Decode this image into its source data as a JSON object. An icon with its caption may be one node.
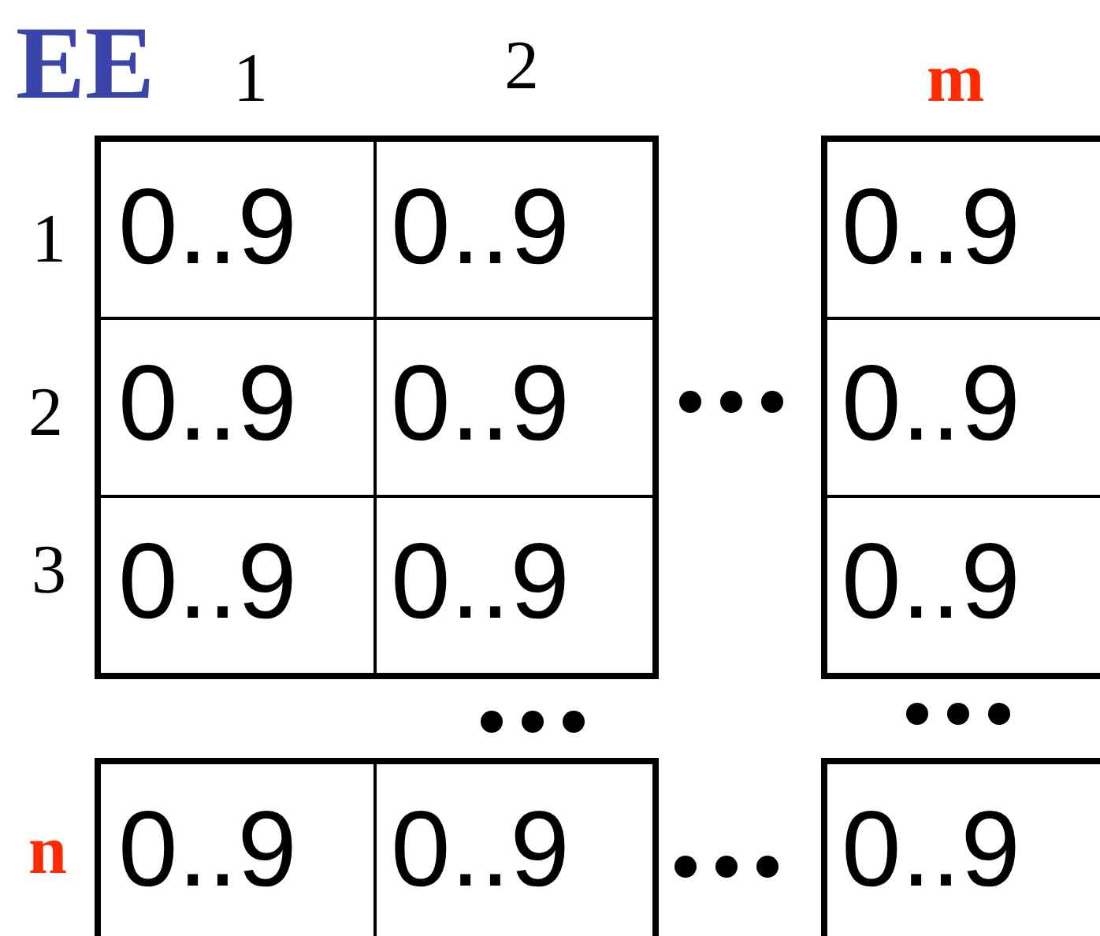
{
  "diagram": {
    "title": "EE",
    "labels": [
      "1",
      "2",
      "m",
      "1",
      "0..9",
      "0..9",
      "0..9",
      "2",
      "0..9",
      "0..9",
      "0..9",
      "3",
      "0..9",
      "0..9",
      "0..9",
      "n",
      "0..9",
      "0..9",
      "0..9"
    ]
  }
}
